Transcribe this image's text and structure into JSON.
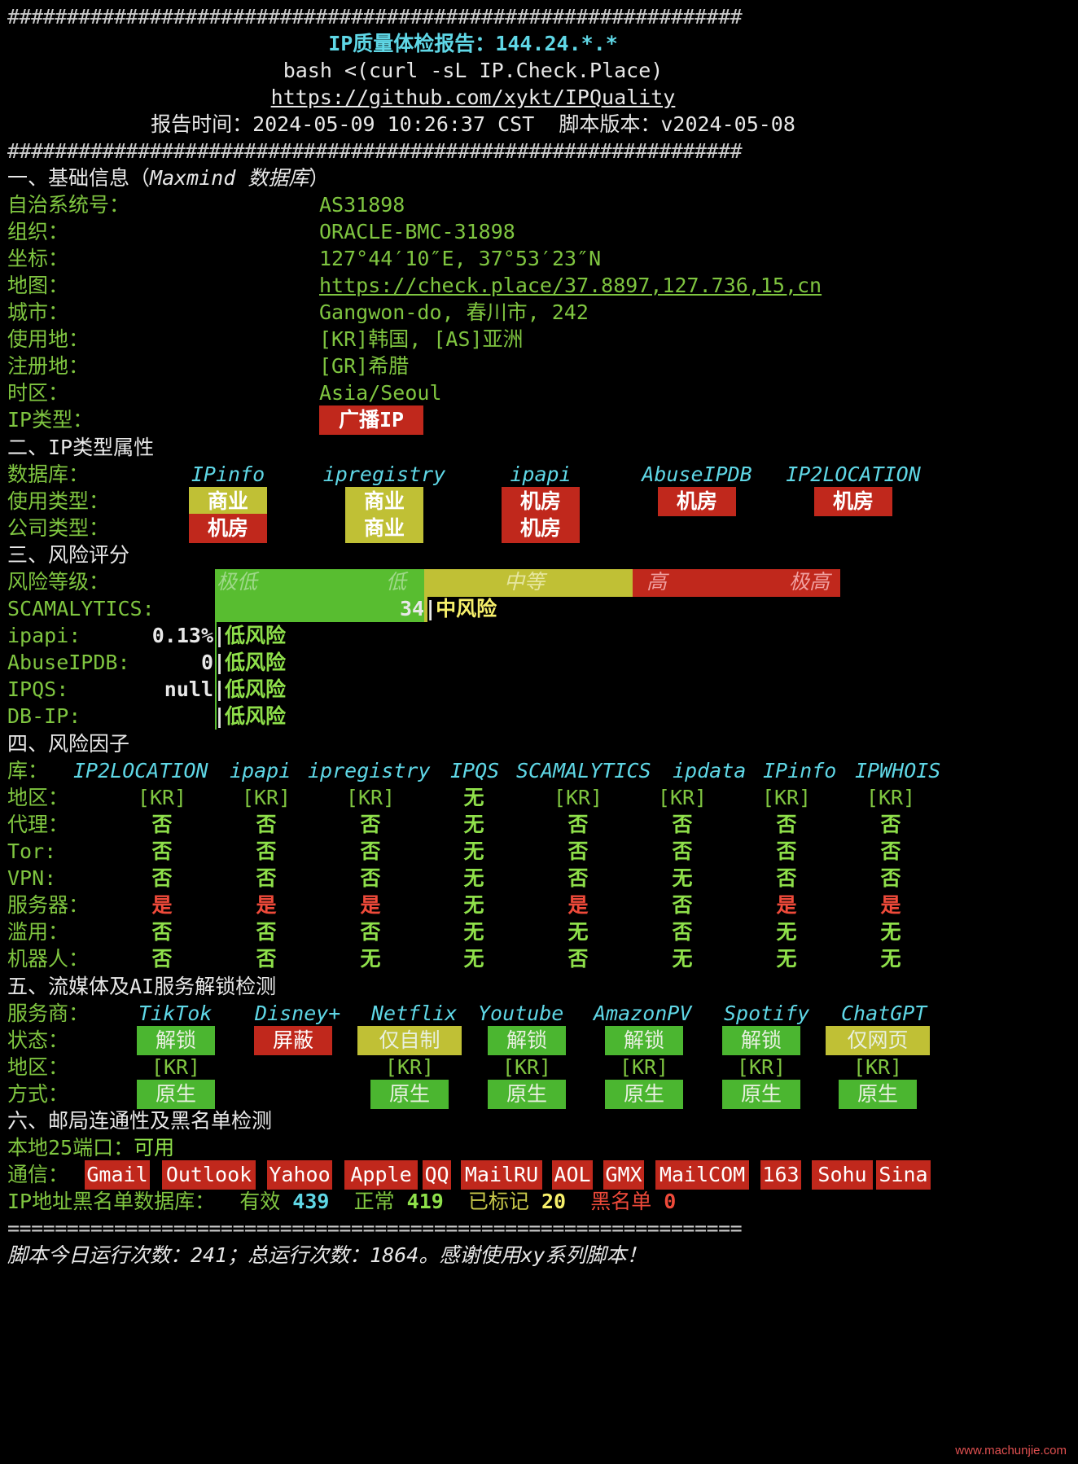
{
  "header": {
    "hash_line": "##############################################################",
    "title": "IP质量体检报告：144.24.*.*",
    "command": "bash <(curl -sL IP.Check.Place)",
    "repo_link": "https://github.com/xykt/IPQuality",
    "report_time": "报告时间：2024-05-09 10:26:37 CST  脚本版本：v2024-05-08"
  },
  "basic": {
    "section_title_prefix": "一、基础信息（",
    "section_title_italic": "Maxmind 数据库",
    "section_title_suffix": "）",
    "rows": [
      {
        "label": "自治系统号：",
        "value": "AS31898"
      },
      {
        "label": "组织：",
        "value": "ORACLE-BMC-31898"
      },
      {
        "label": "坐标：",
        "value": "127°44′10″E, 37°53′23″N"
      },
      {
        "label": "地图：",
        "value": "https://check.place/37.8897,127.736,15,cn"
      },
      {
        "label": "城市：",
        "value": "Gangwon-do, 春川市, 242"
      },
      {
        "label": "使用地：",
        "value": "[KR]韩国, [AS]亚洲"
      },
      {
        "label": "注册地：",
        "value": "[GR]希腊"
      },
      {
        "label": "时区：",
        "value": "Asia/Seoul"
      },
      {
        "label": "IP类型：",
        "value": "广播IP"
      }
    ]
  },
  "iptype": {
    "section_title": "二、IP类型属性",
    "db_label": "数据库：",
    "databases": [
      "IPinfo",
      "ipregistry",
      "ipapi",
      "AbuseIPDB",
      "IP2LOCATION"
    ],
    "usage_label": "使用类型：",
    "usage": [
      {
        "text": "商业",
        "color": "#c0c035"
      },
      {
        "text": "商业",
        "color": "#c0c035"
      },
      {
        "text": "机房",
        "color": "#c0281c"
      },
      {
        "text": "机房",
        "color": "#c0281c"
      },
      {
        "text": "机房",
        "color": "#c0281c"
      }
    ],
    "company_label": "公司类型：",
    "company": [
      {
        "text": "机房",
        "color": "#c0281c"
      },
      {
        "text": "商业",
        "color": "#c0c035"
      },
      {
        "text": "机房",
        "color": "#c0281c"
      },
      {
        "text": "",
        "color": ""
      },
      {
        "text": "",
        "color": ""
      }
    ]
  },
  "risk": {
    "section_title": "三、风险评分",
    "level_label": "风险等级：",
    "scale": {
      "very_low": "极低",
      "low": "低",
      "medium": "中等",
      "high": "高",
      "very_high": "极高"
    },
    "items": [
      {
        "label": "SCAMALYTICS:",
        "score": "34",
        "verdict": "中风险",
        "level": 0.34
      },
      {
        "label": "ipapi:",
        "score": "0.13%",
        "verdict": "低风险",
        "level": 0.0013
      },
      {
        "label": "AbuseIPDB:",
        "score": "0",
        "verdict": "低风险",
        "level": 0
      },
      {
        "label": "IPQS:",
        "score": "null",
        "verdict": "低风险",
        "level": 0
      },
      {
        "label": "DB-IP:",
        "score": "",
        "verdict": "低风险",
        "level": 0
      }
    ],
    "sep": "|"
  },
  "factors": {
    "section_title": "四、风险因子",
    "lib_label": "库：",
    "libs": [
      "IP2LOCATION",
      "ipapi",
      "ipregistry",
      "IPQS",
      "SCAMALYTICS",
      "ipdata",
      "IPinfo",
      "IPWHOIS"
    ],
    "rows": [
      {
        "label": "地区：",
        "values": [
          "[KR]",
          "[KR]",
          "[KR]",
          "无",
          "[KR]",
          "[KR]",
          "[KR]",
          "[KR]"
        ]
      },
      {
        "label": "代理：",
        "values": [
          "否",
          "否",
          "否",
          "无",
          "否",
          "否",
          "否",
          "否"
        ]
      },
      {
        "label": "Tor:",
        "values": [
          "否",
          "否",
          "否",
          "无",
          "否",
          "否",
          "否",
          "否"
        ]
      },
      {
        "label": "VPN:",
        "values": [
          "否",
          "否",
          "否",
          "无",
          "否",
          "无",
          "否",
          "否"
        ]
      },
      {
        "label": "服务器：",
        "values": [
          "是",
          "是",
          "是",
          "无",
          "是",
          "否",
          "是",
          "是"
        ]
      },
      {
        "label": "滥用：",
        "values": [
          "否",
          "否",
          "否",
          "无",
          "无",
          "否",
          "无",
          "无"
        ]
      },
      {
        "label": "机器人：",
        "values": [
          "否",
          "否",
          "无",
          "无",
          "否",
          "无",
          "无",
          "无"
        ]
      }
    ]
  },
  "streaming": {
    "section_title": "五、流媒体及AI服务解锁检测",
    "provider_label": "服务商：",
    "providers": [
      "TikTok",
      "Disney+",
      "Netflix",
      "Youtube",
      "AmazonPV",
      "Spotify",
      "ChatGPT"
    ],
    "status_label": "状态：",
    "status": [
      {
        "text": "解锁",
        "color": "#4bb630"
      },
      {
        "text": "屏蔽",
        "color": "#c0281c"
      },
      {
        "text": "仅自制",
        "color": "#c0c035"
      },
      {
        "text": "解锁",
        "color": "#4bb630"
      },
      {
        "text": "解锁",
        "color": "#4bb630"
      },
      {
        "text": "解锁",
        "color": "#4bb630"
      },
      {
        "text": "仅网页",
        "color": "#c0c035"
      }
    ],
    "region_label": "地区：",
    "regions": [
      "[KR]",
      "",
      "[KR]",
      "[KR]",
      "[KR]",
      "[KR]",
      "[KR]"
    ],
    "method_label": "方式：",
    "methods": [
      "原生",
      "",
      "原生",
      "原生",
      "原生",
      "原生",
      "原生"
    ]
  },
  "mail": {
    "section_title": "六、邮局连通性及黑名单检测",
    "port_label": "本地25端口：",
    "port_value": "可用",
    "comm_label": "通信：",
    "providers": [
      "Gmail",
      "Outlook",
      "Yahoo",
      "Apple",
      "QQ",
      "MailRU",
      "AOL",
      "GMX",
      "MailCOM",
      "163",
      "Sohu",
      "Sina"
    ],
    "blacklist_label": "IP地址黑名单数据库：",
    "valid_label": "有效",
    "valid_count": "439",
    "normal_label": "正常",
    "normal_count": "419",
    "marked_label": "已标记",
    "marked_count": "20",
    "black_label": "黑名单",
    "black_count": "0"
  },
  "footer": {
    "eq_line": "==============================================================",
    "message": "脚本今日运行次数：241；总运行次数：1864。感谢使用xy系列脚本！"
  },
  "watermark": "www.machunjie.com",
  "colors": {
    "background": "#000000",
    "green": "#7fc540",
    "cyan": "#5fd7e6",
    "red": "#c0281c",
    "yellow": "#c0c035",
    "badge_green": "#4bb630"
  }
}
